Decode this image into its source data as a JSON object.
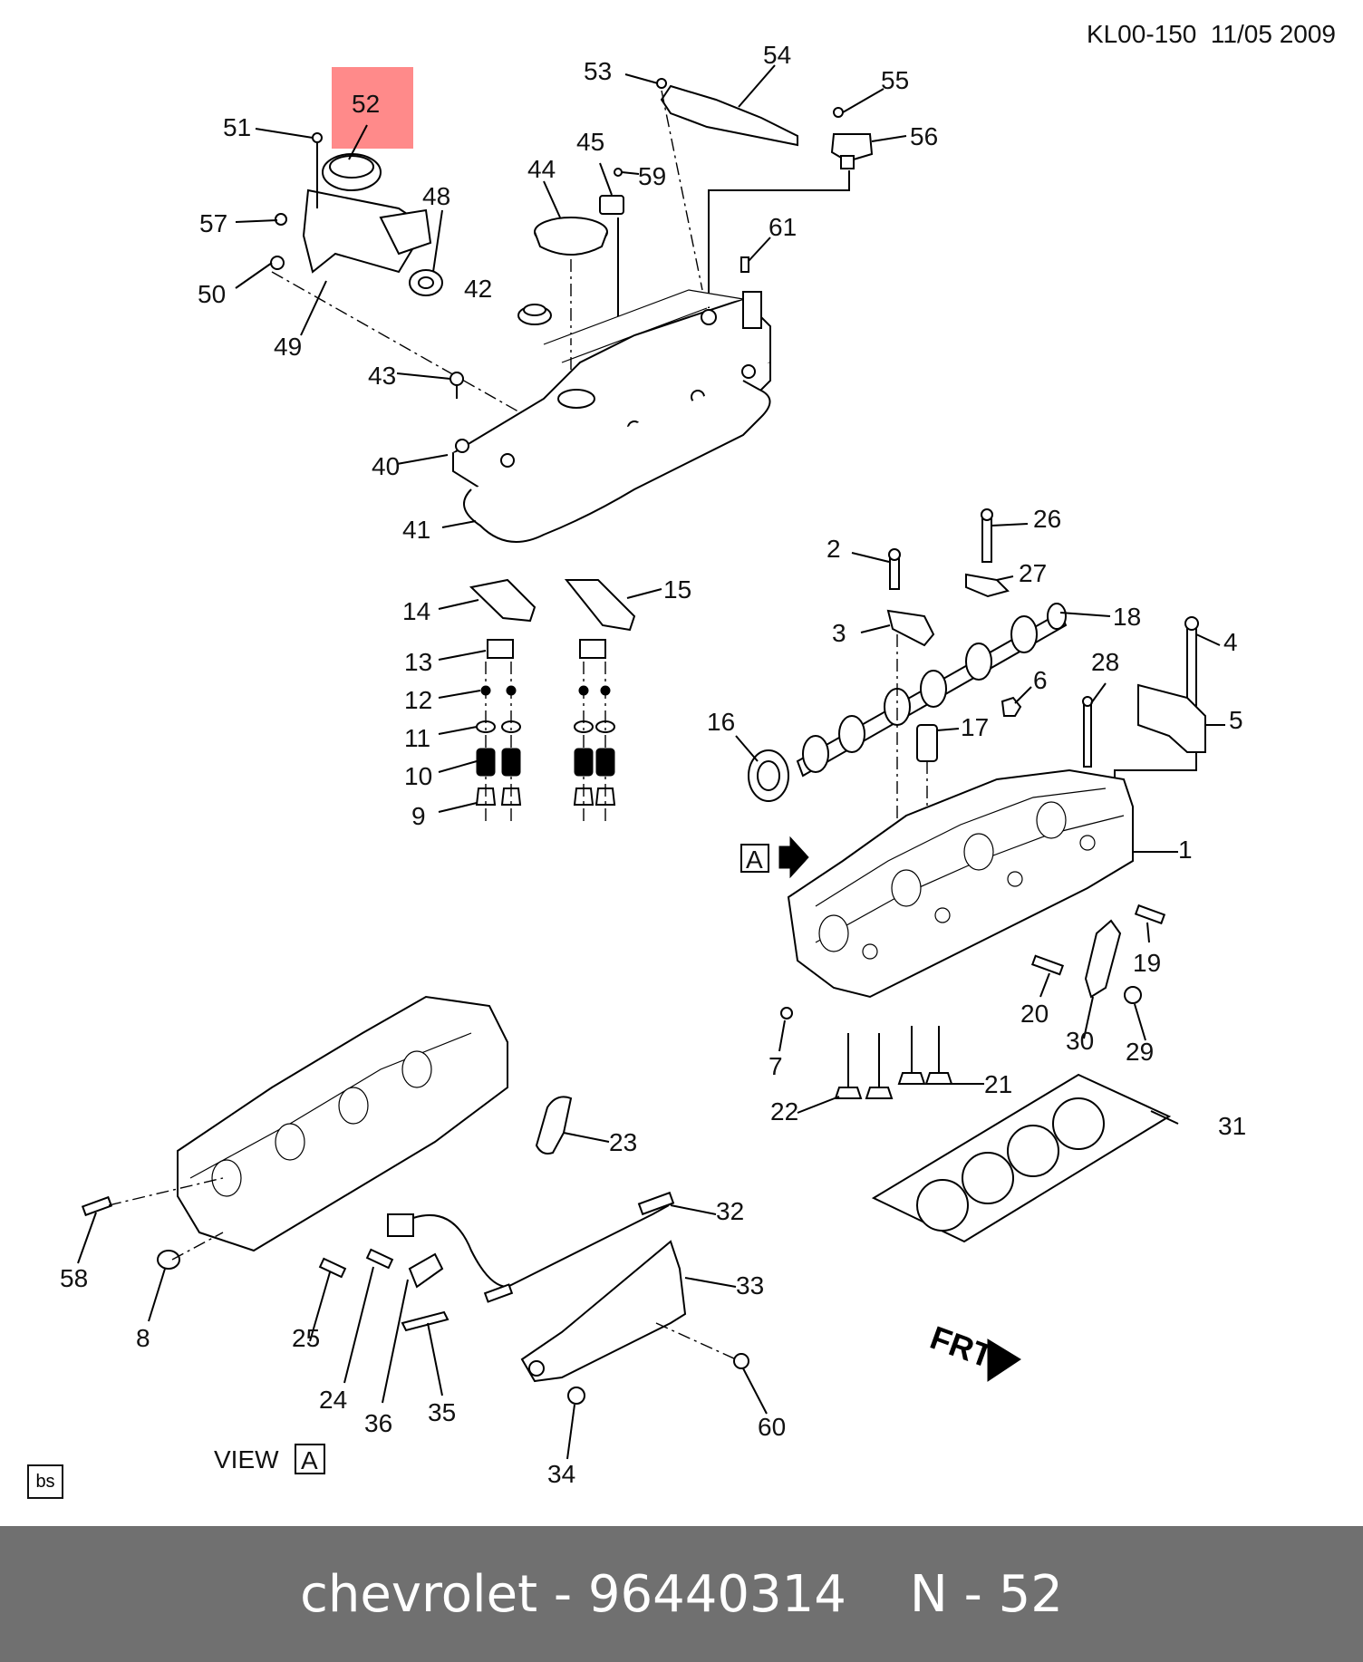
{
  "header": {
    "code": "KL00-150  11/05 2009"
  },
  "highlight": {
    "label": "52",
    "color": "#ff8a8a"
  },
  "callouts": {
    "c1": "1",
    "c2": "2",
    "c3": "3",
    "c4": "4",
    "c5": "5",
    "c6": "6",
    "c7": "7",
    "c8": "8",
    "c9": "9",
    "c10": "10",
    "c11": "11",
    "c12": "12",
    "c13": "13",
    "c14": "14",
    "c15": "15",
    "c16": "16",
    "c17": "17",
    "c18": "18",
    "c19": "19",
    "c20": "20",
    "c21": "21",
    "c22": "22",
    "c23": "23",
    "c24": "24",
    "c25": "25",
    "c26": "26",
    "c27": "27",
    "c28": "28",
    "c29": "29",
    "c30": "30",
    "c31": "31",
    "c32": "32",
    "c33": "33",
    "c34": "34",
    "c35": "35",
    "c36": "36",
    "c40": "40",
    "c41": "41",
    "c42": "42",
    "c43": "43",
    "c44": "44",
    "c45": "45",
    "c48": "48",
    "c49": "49",
    "c50": "50",
    "c51": "51",
    "c53": "53",
    "c54": "54",
    "c55": "55",
    "c56": "56",
    "c57": "57",
    "c58": "58",
    "c59": "59",
    "c60": "60",
    "c61": "61"
  },
  "view_label": {
    "text": "VIEW",
    "ref": "A"
  },
  "view_ref_top": "A",
  "frt_label": "FRT",
  "corner_tag": "bs",
  "footer": {
    "brand": "chevrolet",
    "separator": "-",
    "part_number": "96440314",
    "ref": "N - 52"
  }
}
